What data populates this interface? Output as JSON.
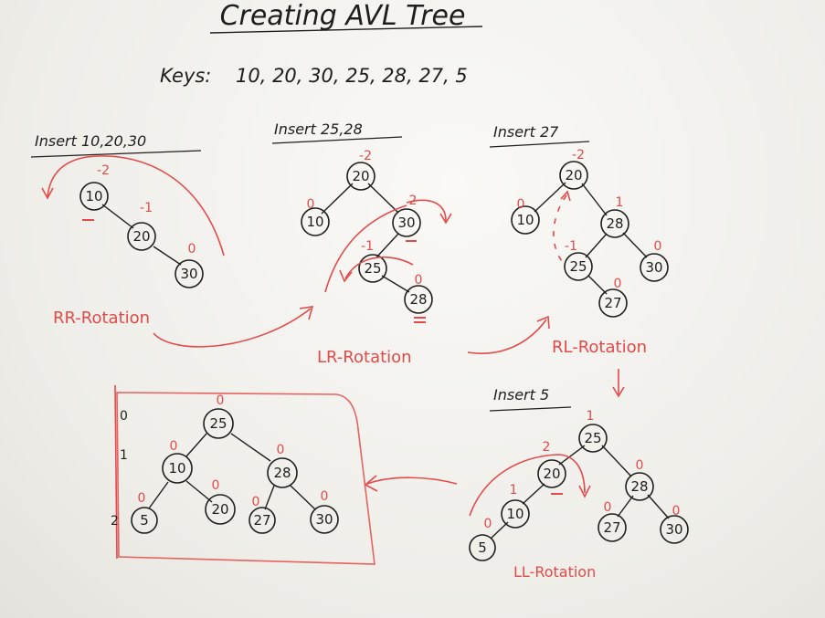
{
  "title": "Creating AVL Tree",
  "keys_label": "Keys:",
  "keys_value": "10, 20, 30, 25, 28, 27, 5",
  "steps": {
    "s1": "Insert 10,20,30",
    "s2": "Insert 25,28",
    "s3": "Insert 27",
    "s4": "Insert 5"
  },
  "rotations": {
    "rr": "RR-Rotation",
    "lr": "LR-Rotation",
    "rl": "RL-Rotation",
    "ll": "LL-Rotation"
  },
  "levels": [
    "0",
    "1",
    "2"
  ],
  "trees": {
    "t1": [
      {
        "key": "10",
        "bf": "-2"
      },
      {
        "key": "20",
        "bf": "-1"
      },
      {
        "key": "30",
        "bf": "0"
      }
    ],
    "t2": [
      {
        "key": "20",
        "bf": "-2"
      },
      {
        "key": "10",
        "bf": "0"
      },
      {
        "key": "30",
        "bf": "2"
      },
      {
        "key": "25",
        "bf": "-1"
      },
      {
        "key": "28",
        "bf": "0"
      }
    ],
    "t3": [
      {
        "key": "20",
        "bf": "-2"
      },
      {
        "key": "10",
        "bf": "0"
      },
      {
        "key": "28",
        "bf": "1"
      },
      {
        "key": "25",
        "bf": "-1"
      },
      {
        "key": "30",
        "bf": "0"
      },
      {
        "key": "27",
        "bf": "0"
      }
    ],
    "t4": [
      {
        "key": "25",
        "bf": "1"
      },
      {
        "key": "20",
        "bf": "2"
      },
      {
        "key": "28",
        "bf": "0"
      },
      {
        "key": "10",
        "bf": "1"
      },
      {
        "key": "27",
        "bf": "0"
      },
      {
        "key": "30",
        "bf": "0"
      },
      {
        "key": "5",
        "bf": "0"
      }
    ],
    "final": [
      {
        "key": "25",
        "bf": "0"
      },
      {
        "key": "10",
        "bf": "0"
      },
      {
        "key": "28",
        "bf": "0"
      },
      {
        "key": "5",
        "bf": "0"
      },
      {
        "key": "20",
        "bf": "0"
      },
      {
        "key": "27",
        "bf": "0"
      },
      {
        "key": "30",
        "bf": "0"
      }
    ]
  }
}
